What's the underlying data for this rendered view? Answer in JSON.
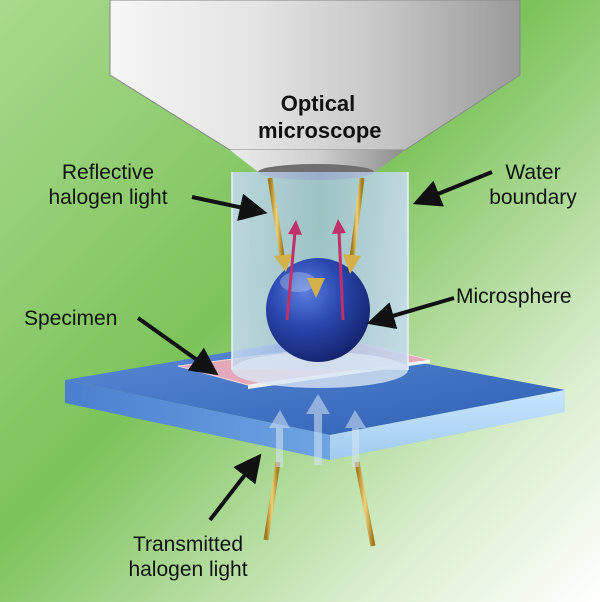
{
  "labels": {
    "optical_microscope": [
      "Optical",
      "microscope"
    ],
    "reflective_light": [
      "Reflective",
      "halogen light"
    ],
    "water_boundary": [
      "Water",
      "boundary"
    ],
    "microsphere": "Microsphere",
    "specimen": "Specimen",
    "transmitted_light": [
      "Transmitted",
      "halogen light"
    ]
  },
  "colors": {
    "background_green": "#7cc35a",
    "slide_blue": "#3f73c7",
    "water_blue": "#b9d3ee",
    "microsphere_blue": "#1f3b9e",
    "specimen_pink": "#e3a9b8",
    "light_ray_gold": "#d4b04a",
    "reflected_ray_red": "#c0306a",
    "pointer_black": "#111111"
  }
}
